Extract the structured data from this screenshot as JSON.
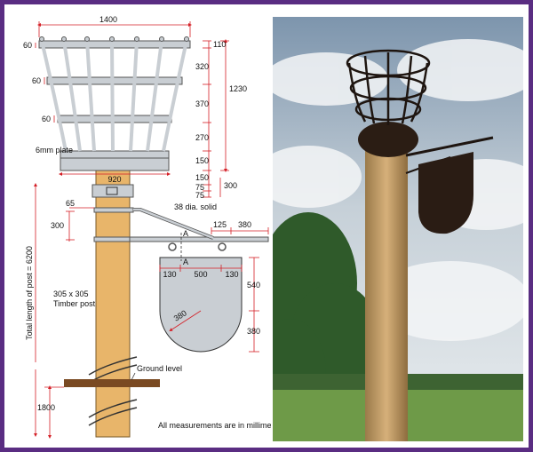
{
  "drawing": {
    "dims": {
      "basket_width": "1400",
      "bar_thickness_top": "60",
      "bar_thickness_mid": "60",
      "bar_thickness_low": "60",
      "plate_label": "6mm plate",
      "base_width": "920",
      "h_110": "110",
      "h_320": "320",
      "h_370": "370",
      "h_270": "270",
      "h_150a": "150",
      "total_1230": "1230",
      "h_150b": "150",
      "h_75a": "75",
      "h_75b": "75",
      "h_300": "300",
      "offset_65": "65",
      "bracket_300": "300",
      "rod_label": "38 dia. solid",
      "arm_125": "125",
      "arm_380": "380",
      "section_a": "A",
      "sign_130_left": "130",
      "sign_500": "500",
      "sign_130_right": "130",
      "sign_540": "540",
      "sign_380_height": "380",
      "sign_radius_380": "380",
      "post_section": "305 x 305",
      "post_material": "Timber post",
      "post_total_length": "Total length of post = 6200",
      "ground_level": "Ground level",
      "buried_1800": "1800",
      "note": "All measurements are in millimetres."
    }
  },
  "colors": {
    "frame": "#5a2d82",
    "timber": "#e8b56a",
    "metal": "#c9ced3",
    "dimension": "#d41f26",
    "ground": "#7a4a22"
  }
}
